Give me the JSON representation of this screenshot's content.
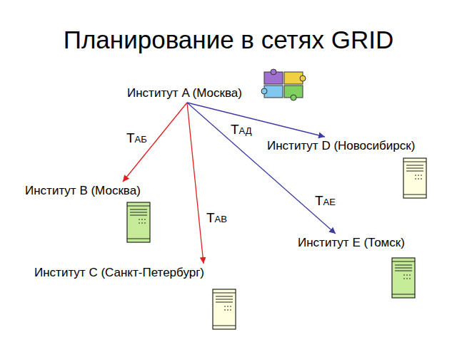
{
  "diagram": {
    "title": "Планирование в сетях GRID",
    "nodes": [
      {
        "text": [
          "Институт A (Москва)"
        ]
      },
      {
        "text": [
          "Институт B (Москва)"
        ]
      },
      {
        "text": [
          "Институт C (Санкт-Петербург)"
        ]
      },
      {
        "text": [
          "Институт D (Новосибирск)"
        ]
      },
      {
        "text": [
          "Институт E (Томск)"
        ]
      }
    ],
    "edges": [
      {
        "from": 0,
        "to": 1,
        "arrow": "to",
        "label": "ТАБ"
      },
      {
        "from": 0,
        "to": 2,
        "arrow": "to",
        "label": "ТАВ"
      },
      {
        "from": 0,
        "to": 3,
        "arrow": "to",
        "label": "ТАД"
      },
      {
        "from": 0,
        "to": 4,
        "arrow": "to",
        "label": "ТАЕ"
      }
    ]
  }
}
